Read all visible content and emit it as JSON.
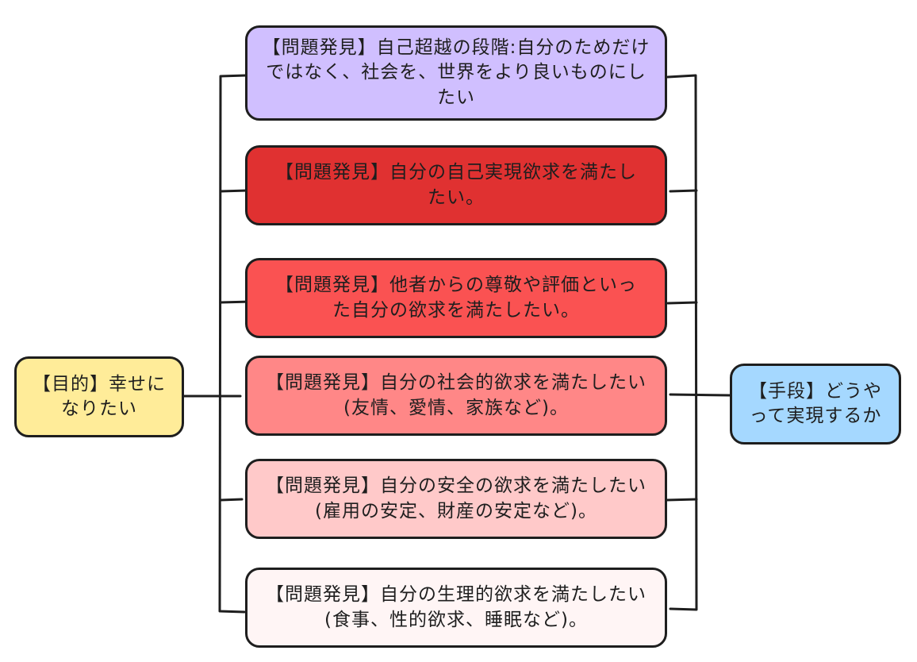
{
  "diagram": {
    "goal": {
      "text": "【目的】幸せになりたい",
      "fill": "#ffec99"
    },
    "means": {
      "text": "【手段】どうやって実現するか",
      "fill": "#a5d8ff"
    },
    "problems": [
      {
        "text": "【問題発見】自己超越の段階:自分のためだけではなく、社会を、世界をより良いものにしたい",
        "fill": "#d0bfff"
      },
      {
        "text": "【問題発見】自分の自己実現欲求を満たしたい。",
        "fill": "#e03131"
      },
      {
        "text": "【問題発見】他者からの尊敬や評価といった自分の欲求を満たしたい。",
        "fill": "#fa5252"
      },
      {
        "text": "【問題発見】自分の社会的欲求を満たしたい(友情、愛情、家族など)。",
        "fill": "#ff8787"
      },
      {
        "text": "【問題発見】自分の安全の欲求を満たしたい(雇用の安定、財産の安定など)。",
        "fill": "#ffc9c9"
      },
      {
        "text": "【問題発見】自分の生理的欲求を満たしたい(食事、性的欲求、睡眠など)。",
        "fill": "#fff5f5"
      }
    ]
  }
}
